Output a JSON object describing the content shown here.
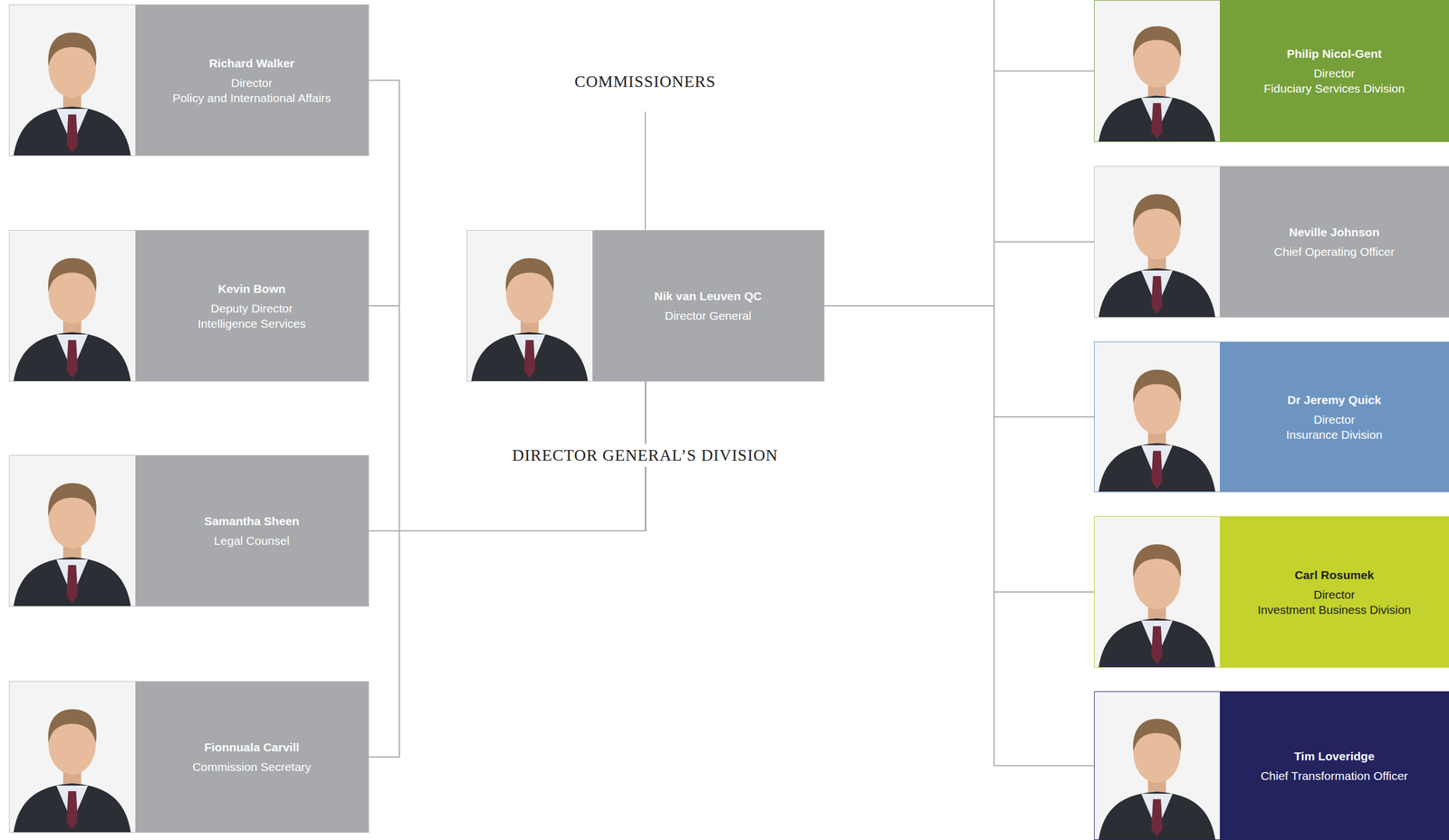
{
  "diagram": {
    "nodes": [
      {
        "text": [
          "Richard Walker",
          "Director",
          "Policy and International Affairs"
        ]
      },
      {
        "text": [
          "Kevin Bown",
          "Deputy Director",
          "Intelligence Services"
        ]
      },
      {
        "text": [
          "Samantha Sheen",
          "Legal Counsel"
        ]
      },
      {
        "text": [
          "Fionnuala Carvill",
          "Commission Secretary"
        ]
      },
      {
        "text": [
          "Nik van Leuven QC",
          "Director General"
        ]
      },
      {
        "text": [
          "Philip Nicol-Gent",
          "Director",
          "Fiduciary Services Division"
        ]
      },
      {
        "text": [
          "Neville Johnson",
          "Chief Operating Officer"
        ]
      },
      {
        "text": [
          "Dr Jeremy Quick",
          "Director",
          "Insurance Division"
        ]
      },
      {
        "text": [
          "Carl Rosumek",
          "Director",
          "Investment Business Division"
        ]
      },
      {
        "text": [
          "Tim Loveridge",
          "Chief Transformation Officer"
        ]
      }
    ],
    "edges": [
      {
        "from": 4,
        "to": 0,
        "arrow": "none"
      },
      {
        "from": 4,
        "to": 1,
        "arrow": "none"
      },
      {
        "from": 4,
        "to": 2,
        "arrow": "none"
      },
      {
        "from": 4,
        "to": 3,
        "arrow": "none"
      },
      {
        "from": 4,
        "to": 5,
        "arrow": "none"
      },
      {
        "from": 4,
        "to": 6,
        "arrow": "none"
      },
      {
        "from": 4,
        "to": 7,
        "arrow": "none"
      },
      {
        "from": 4,
        "to": 8,
        "arrow": "none"
      },
      {
        "from": 4,
        "to": 9,
        "arrow": "none"
      }
    ],
    "labels": [
      "COMMISSIONERS",
      "DIRECTOR GENERAL’S DIVISION"
    ]
  }
}
